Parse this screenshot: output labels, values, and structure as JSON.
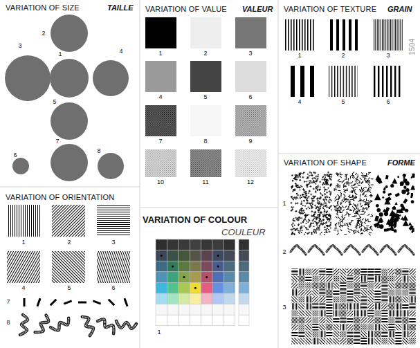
{
  "diagram": {
    "labels": [
      "VARIATION OF SIZE",
      "TAILLE",
      "2",
      "3",
      "1",
      "4",
      "5",
      "6",
      "7",
      "8",
      "VARIATION OF VALUE",
      "VALEUR",
      "1",
      "2",
      "3",
      "4",
      "5",
      "6",
      "7",
      "8",
      "9",
      "10",
      "11",
      "12",
      "VARIATION OF TEXTURE",
      "GRAIN",
      "1504",
      "1",
      "2",
      "3",
      "4",
      "5",
      "6",
      "VARIATION OF ORIENTATION",
      "1",
      "2",
      "3",
      "4",
      "5",
      "6",
      "7",
      "8",
      "VARIATION OF COLOUR",
      "COULEUR",
      "1",
      "VARIATION OF SHAPE",
      "FORME",
      "1",
      "2",
      "3"
    ]
  }
}
